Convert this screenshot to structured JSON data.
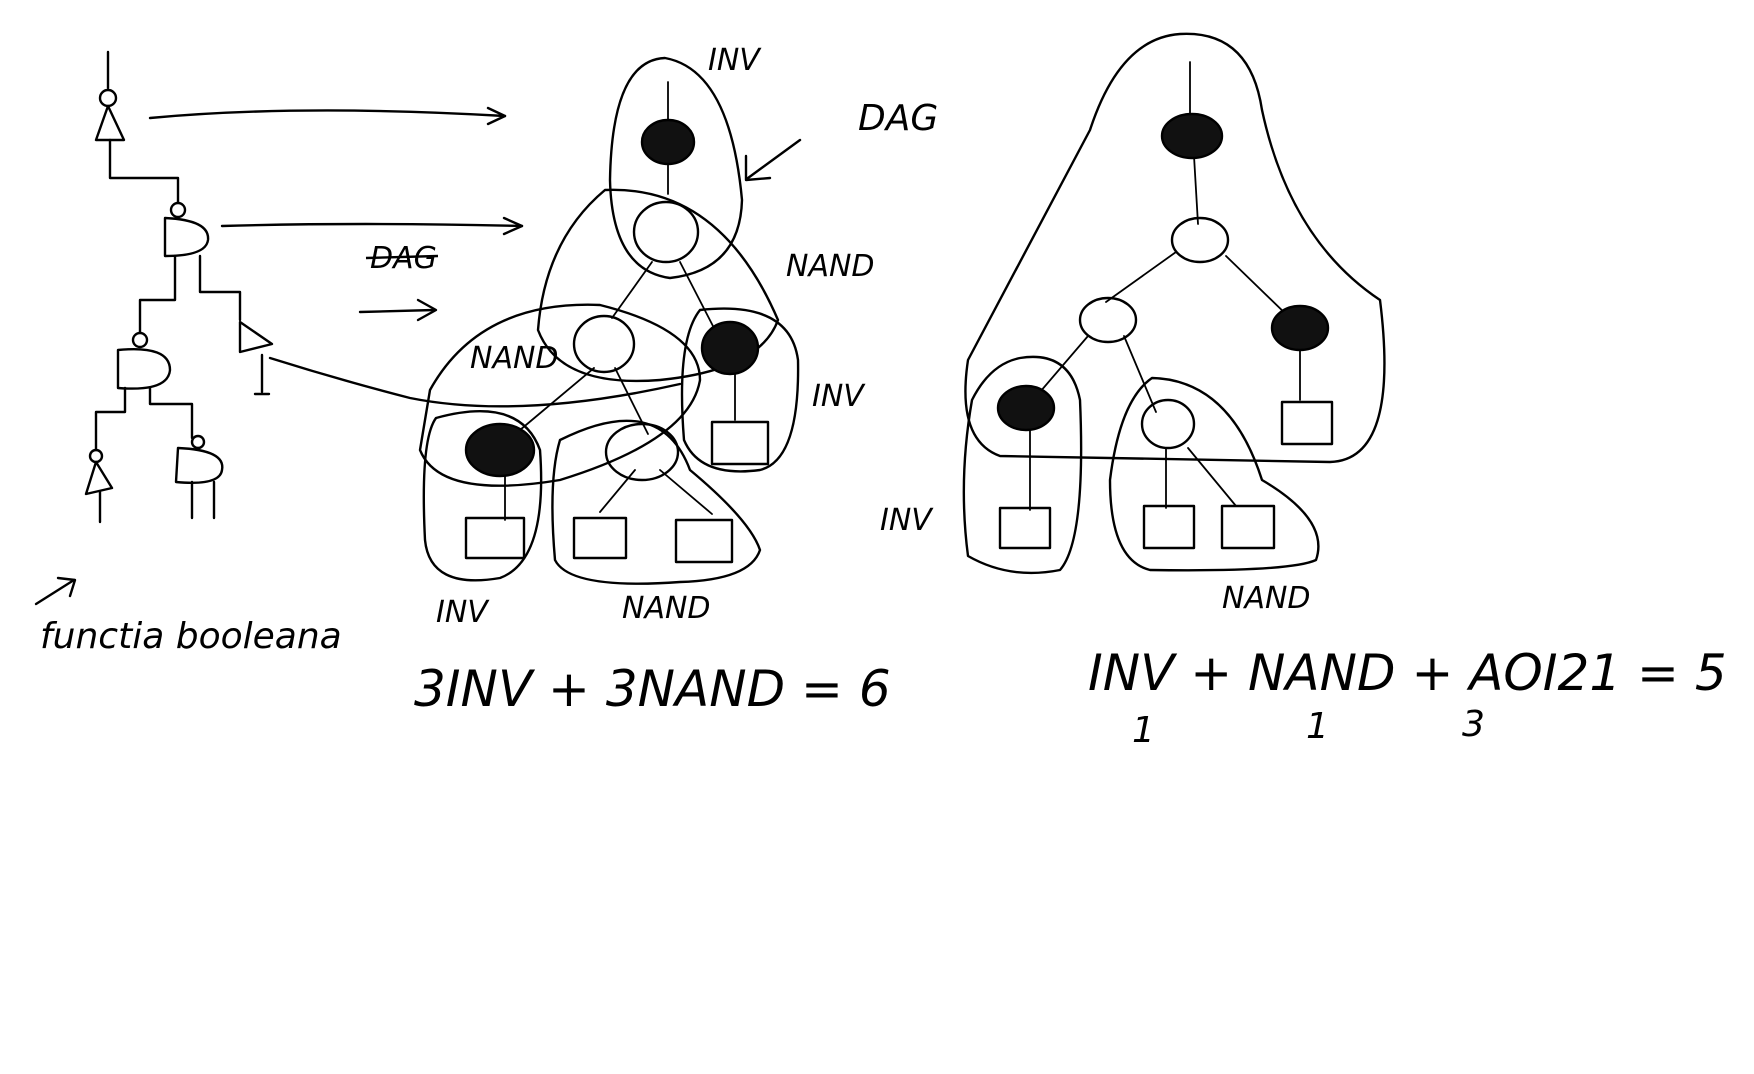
{
  "labels": {
    "dag_top": "DAG",
    "dag_arrow": "DAG",
    "inv_top": "INV",
    "nand_mid": "NAND",
    "nand_inner": "NAND",
    "inv_right": "INV",
    "inv_bottom": "INV",
    "nand_bottom": "NAND",
    "functie_booleana": "functia booleana",
    "inv_tree2": "INV",
    "nand_tree2": "NAND"
  },
  "equations": {
    "left": "3INV + 3NAND = 6",
    "right": "INV + NAND + AOI21 = 5",
    "right_costs": [
      "1",
      "1",
      "3"
    ]
  },
  "colors": {
    "ink": "#000000",
    "background": "#ffffff",
    "hatched_node": "#111111"
  }
}
